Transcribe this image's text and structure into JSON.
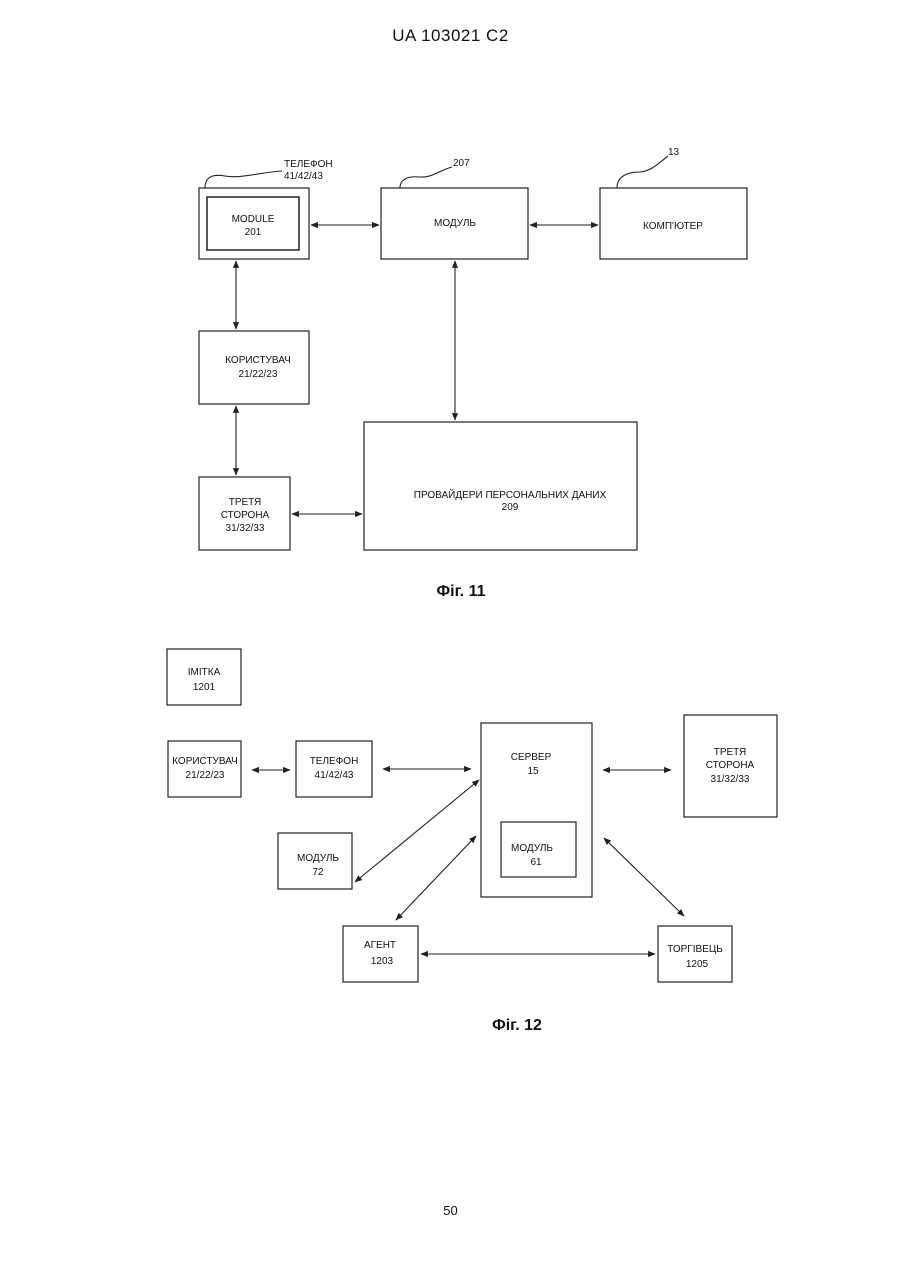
{
  "header": "UA   103021   C2",
  "page_number": "50",
  "figure11": {
    "caption": "Фіг. 11",
    "phone_ref": [
      "ТЕЛЕФОН",
      "41/42/43"
    ],
    "module_ref": "207",
    "computer_ref": "13",
    "module_in_phone": [
      "MODULE",
      "201"
    ],
    "module": "МОДУЛЬ",
    "computer": "КОМП'ЮТЕР",
    "user": [
      "КОРИСТУВАЧ",
      "21/22/23"
    ],
    "third_party": [
      "ТРЕТЯ",
      "СТОРОНА",
      "31/32/33"
    ],
    "providers": [
      "ПРОВАЙДЕРИ ПЕРСОНАЛЬНИХ ДАНИХ",
      "209"
    ]
  },
  "figure12": {
    "caption": "Фіг. 12",
    "tag": [
      "ІМІТКА",
      "1201"
    ],
    "user": [
      "КОРИСТУВАЧ",
      "21/22/23"
    ],
    "phone": [
      "ТЕЛЕФОН",
      "41/42/43"
    ],
    "server": [
      "СЕРВЕР",
      "15"
    ],
    "server_module": [
      "МОДУЛЬ",
      "61"
    ],
    "third_party": [
      "ТРЕТЯ",
      "СТОРОНА",
      "31/32/33"
    ],
    "module": [
      "МОДУЛЬ",
      "72"
    ],
    "agent": [
      "АГЕНТ",
      "1203"
    ],
    "merchant": [
      "ТОРГІВЕЦЬ",
      "1205"
    ]
  }
}
